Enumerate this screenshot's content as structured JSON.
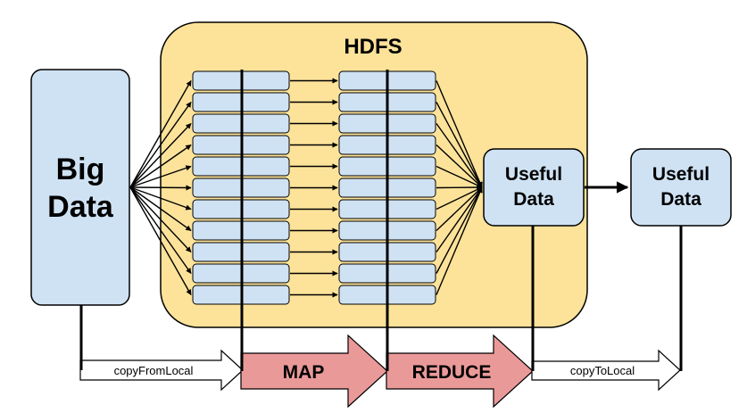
{
  "hdfs": {
    "title": "HDFS"
  },
  "big_data": {
    "line1": "Big",
    "line2": "Data"
  },
  "useful_data_inner": {
    "line1": "Useful",
    "line2": "Data"
  },
  "useful_data_outer": {
    "line1": "Useful",
    "line2": "Data"
  },
  "steps": {
    "copy_from_local": "copyFromLocal",
    "map": "MAP",
    "reduce": "REDUCE",
    "copy_to_local": "copyToLocal"
  },
  "colors": {
    "hdfs_fill": "#fde39a",
    "box_fill": "#cfe2f3",
    "step_arrow_fill": "#ea9999",
    "plain_arrow_fill": "#ffffff",
    "stroke": "#000000"
  }
}
